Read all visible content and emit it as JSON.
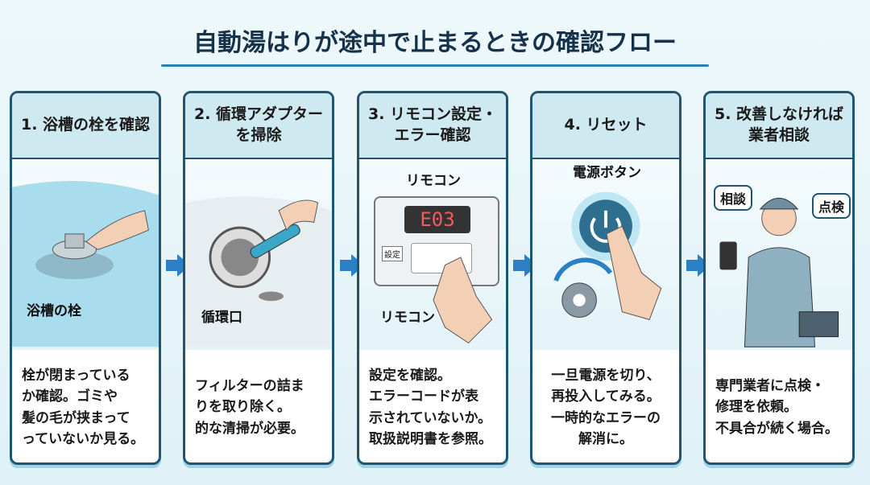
{
  "title": "自動湯はりが途中で止まるときの確認フロー",
  "steps": [
    {
      "heading": "1. 浴槽の栓を確認",
      "image_label": "浴槽の栓",
      "text": "栓が閉まっている\nか確認。ゴミや\n髪の毛が挟まって\nっていないか見る。"
    },
    {
      "heading": "2. 循環アダプター\nを掃除",
      "image_label": "循環口",
      "text": "フィルターの詰ま\nりを取り除く。\n的な清掃が必要。"
    },
    {
      "heading": "3. リモコン設定・\nエラー確認",
      "image_label": "リモコン",
      "image_label_2": "リモコン",
      "display": "E03",
      "button_label": "設定",
      "text": "設定を確認。\nエラーコードが表\n示されていないか。\n取扱説明書を参照。"
    },
    {
      "heading": "4. リセット",
      "image_label": "電源ボタン",
      "text": "一旦電源を切り、\n再投入してみる。\n一時的なエラーの\n解消に。"
    },
    {
      "heading": "5. 改善しなければ\n業者相談",
      "bubble_1": "相談",
      "bubble_2": "点検",
      "text": "専門業者に点検・\n修理を依頼。\n不具合が続く場合。"
    }
  ],
  "colors": {
    "border": "#1f5473",
    "header": "#cfe9f1",
    "arrow": "#2b7fc4",
    "water": "#a9dcec"
  }
}
